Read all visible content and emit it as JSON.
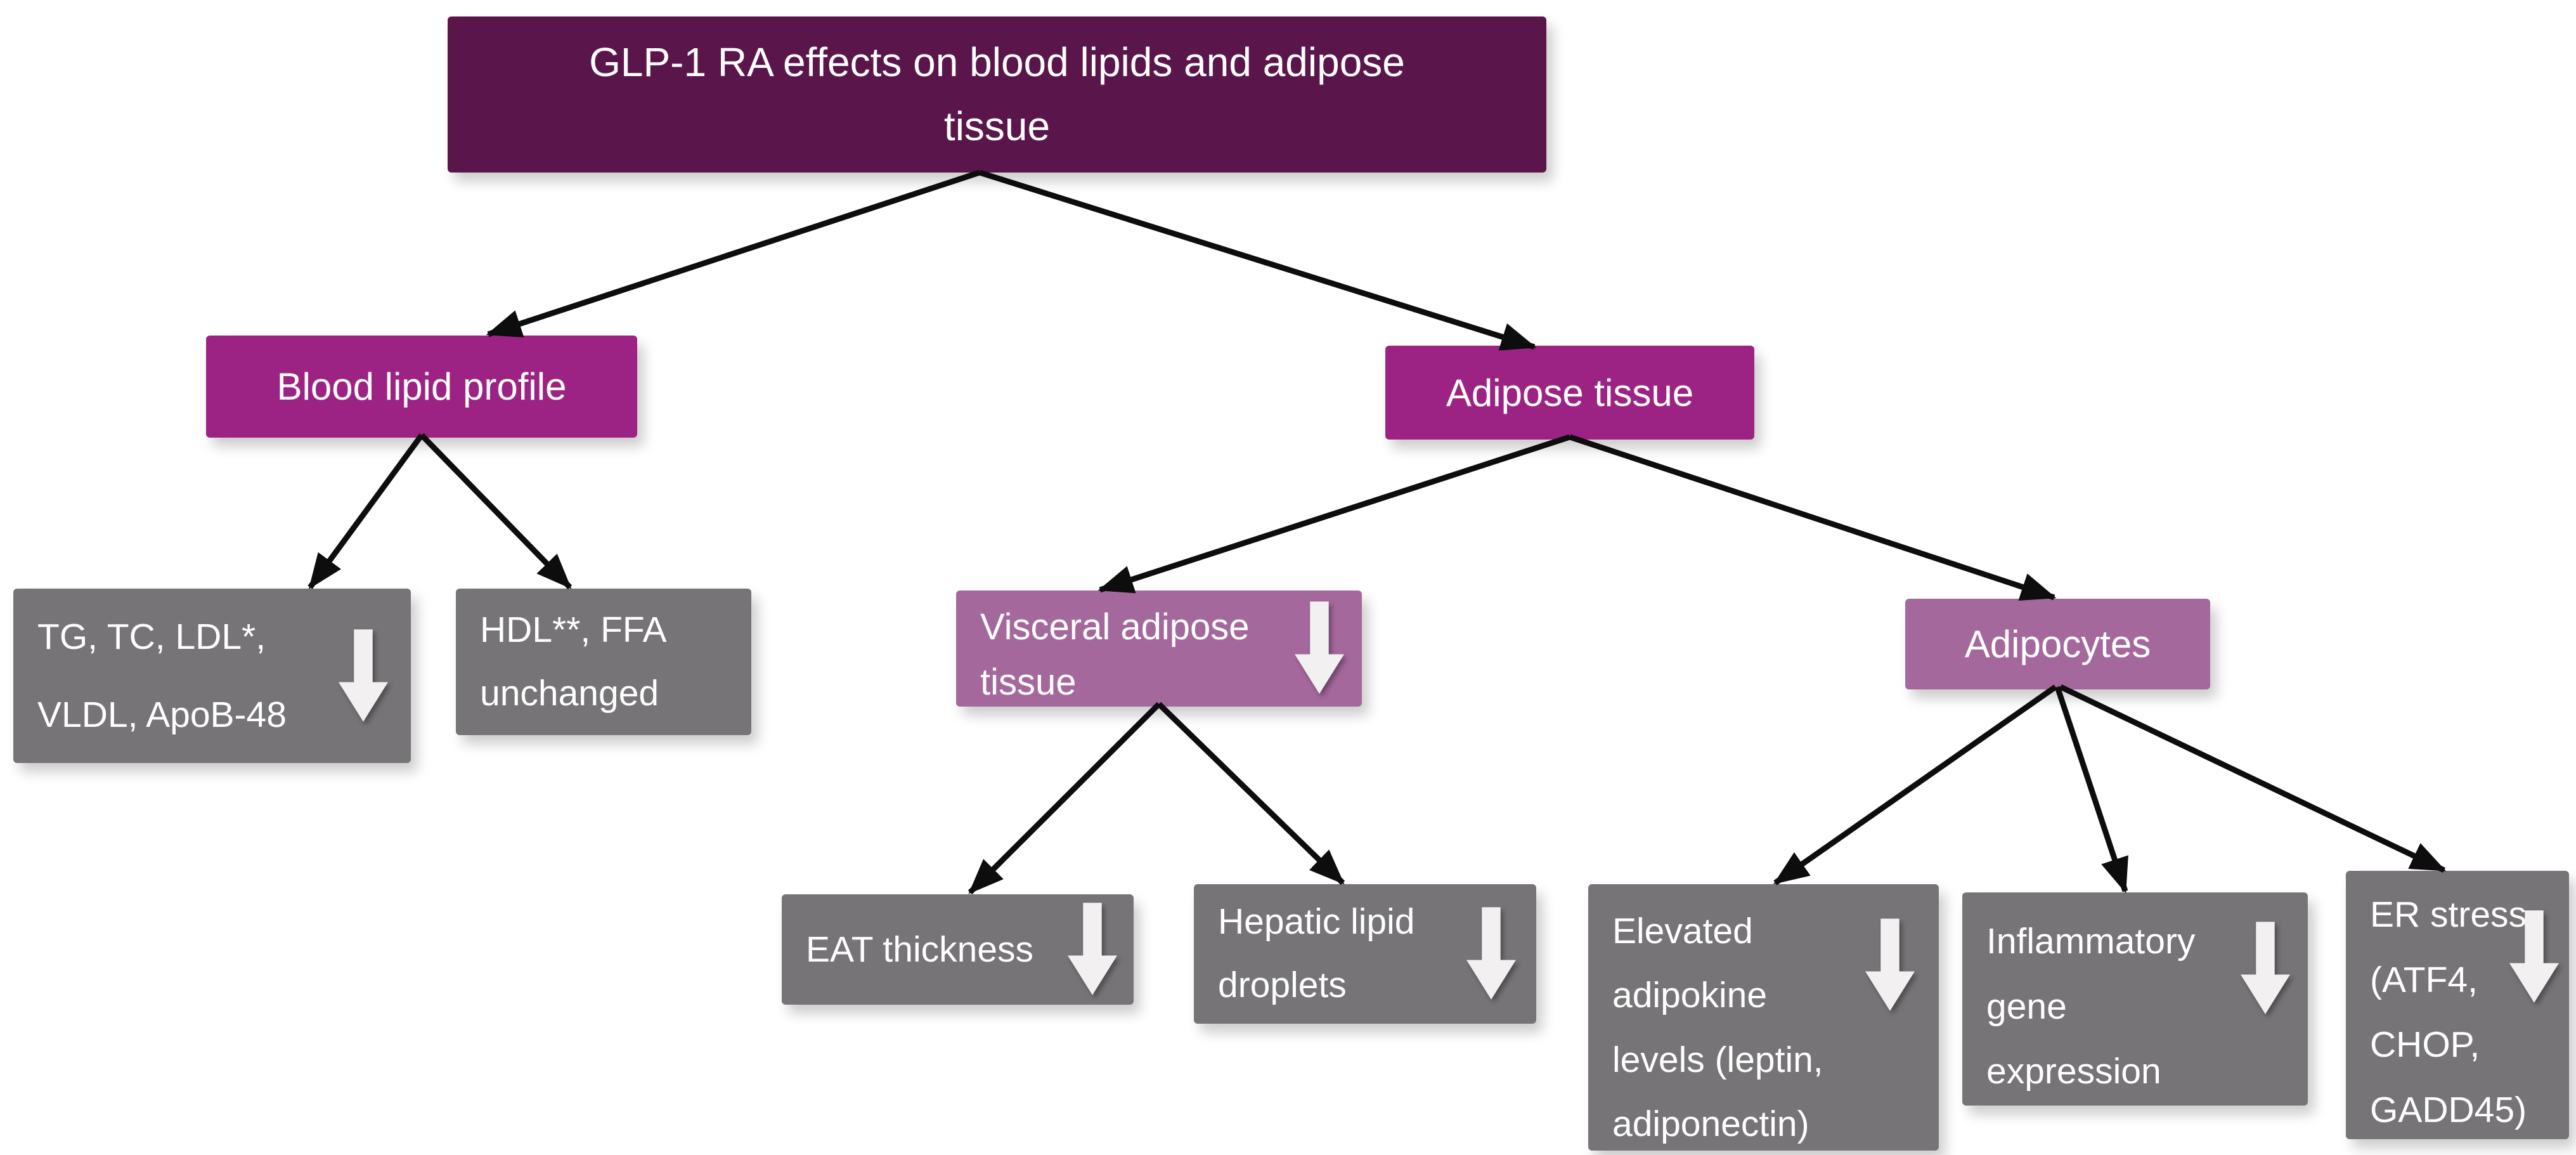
{
  "page": {
    "background": "#FFFFFF"
  },
  "colors": {
    "title_box": "#5A164B",
    "level2_box": "#9C2383",
    "level3_box": "#A5689C",
    "leaf_box": "#767477",
    "text": "#FFFFFF",
    "connector": "#0D0D0D",
    "decrease_arrow_icon": "#F2F0F0"
  },
  "icons": {
    "decrease_arrow": "⬇"
  },
  "nodes": {
    "title": {
      "label": "GLP-1 RA effects on blood lipids and adipose tissue",
      "lines": [
        "GLP-1 RA effects on blood lipids and adipose",
        "tissue"
      ],
      "decrease_arrow": false
    },
    "blood_lipid_profile": {
      "label": "Blood lipid profile",
      "decrease_arrow": false
    },
    "adipose_tissue": {
      "label": "Adipose tissue",
      "decrease_arrow": false
    },
    "tg_tc_ldl_vldl_apob48": {
      "label": "TG, TC, LDL*, VLDL, ApoB-48",
      "lines": [
        "TG, TC, LDL*,",
        "VLDL, ApoB-48"
      ],
      "decrease_arrow": true
    },
    "hdl_ffa_unchanged": {
      "label": "HDL**, FFA unchanged",
      "lines": [
        "HDL**, FFA",
        "unchanged"
      ],
      "decrease_arrow": false
    },
    "visceral_adipose_tissue": {
      "label": "Visceral adipose tissue",
      "lines": [
        "Visceral adipose",
        "tissue"
      ],
      "decrease_arrow": true
    },
    "adipocytes": {
      "label": "Adipocytes",
      "decrease_arrow": false
    },
    "eat_thickness": {
      "label": "EAT thickness",
      "decrease_arrow": true
    },
    "hepatic_lipid_droplets": {
      "label": "Hepatic lipid droplets",
      "lines": [
        "Hepatic lipid",
        "droplets"
      ],
      "decrease_arrow": true
    },
    "elevated_adipokine_levels": {
      "label": "Elevated adipokine levels (leptin, adiponectin)",
      "lines": [
        "Elevated",
        "adipokine",
        "levels (leptin,",
        "adiponectin)"
      ],
      "decrease_arrow": true
    },
    "inflammatory_gene_expression": {
      "label": "Inflammatory gene expression",
      "lines": [
        "Inflammatory",
        "gene",
        "expression"
      ],
      "decrease_arrow": true
    },
    "er_stress": {
      "label": "ER stress (ATF4, CHOP, GADD45)",
      "lines": [
        "ER stress",
        "(ATF4,",
        "CHOP,",
        "GADD45)"
      ],
      "decrease_arrow": true
    }
  },
  "edges": [
    {
      "from": "title",
      "to": "blood_lipid_profile"
    },
    {
      "from": "title",
      "to": "adipose_tissue"
    },
    {
      "from": "blood_lipid_profile",
      "to": "tg_tc_ldl_vldl_apob48"
    },
    {
      "from": "blood_lipid_profile",
      "to": "hdl_ffa_unchanged"
    },
    {
      "from": "adipose_tissue",
      "to": "visceral_adipose_tissue"
    },
    {
      "from": "adipose_tissue",
      "to": "adipocytes"
    },
    {
      "from": "visceral_adipose_tissue",
      "to": "eat_thickness"
    },
    {
      "from": "visceral_adipose_tissue",
      "to": "hepatic_lipid_droplets"
    },
    {
      "from": "adipocytes",
      "to": "elevated_adipokine_levels"
    },
    {
      "from": "adipocytes",
      "to": "inflammatory_gene_expression"
    },
    {
      "from": "adipocytes",
      "to": "er_stress"
    }
  ]
}
